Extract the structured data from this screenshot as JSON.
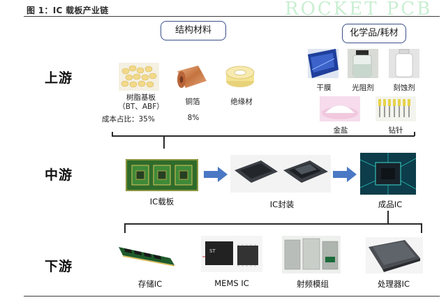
{
  "figure_title": "图 1：IC 载板产业链",
  "watermark": "ROCKET PCB",
  "stages": {
    "upstream": "上游",
    "midstream": "中游",
    "downstream": "下游"
  },
  "categories": {
    "structural_materials": "结构材料",
    "chemicals_consumables": "化学品/耗材"
  },
  "upstream_items": {
    "resin": "树脂基板",
    "resin_sub": "（BT、ABF）",
    "copper_foil": "铜箔",
    "insulation": "绝缘材",
    "dry_film": "干膜",
    "photoresist": "光阻剂",
    "etchant": "刻蚀剂",
    "gold_salt": "金盐",
    "drill_bit": "钻针"
  },
  "cost_share": {
    "label": "成本占比：35%",
    "copper_value": "8%"
  },
  "midstream_items": {
    "ic_substrate": "IC载板",
    "ic_packaging": "IC封装",
    "finished_ic": "成品IC"
  },
  "downstream_items": {
    "memory_ic": "存储IC",
    "mems_ic": "MEMS IC",
    "rf_module": "射频模组",
    "processor_ic": "处理器IC"
  },
  "colors": {
    "arrow": "#4a78c4",
    "box_border": "#3a4f8a",
    "watermark": "#c7eed0",
    "substrate_green": "#2f6b2a"
  },
  "icons": [
    "resin-pellets-image",
    "copper-foil-roll-image",
    "insulation-tape-roll-image",
    "dry-film-roll-image",
    "photoresist-bottle-image",
    "etchant-bottle-image",
    "gold-salt-powder-image",
    "drill-bits-image",
    "ic-substrate-panel-image",
    "ic-package-image",
    "finished-ic-chip-image",
    "memory-module-image",
    "mems-chip-image",
    "rf-module-image",
    "processor-chip-image"
  ]
}
